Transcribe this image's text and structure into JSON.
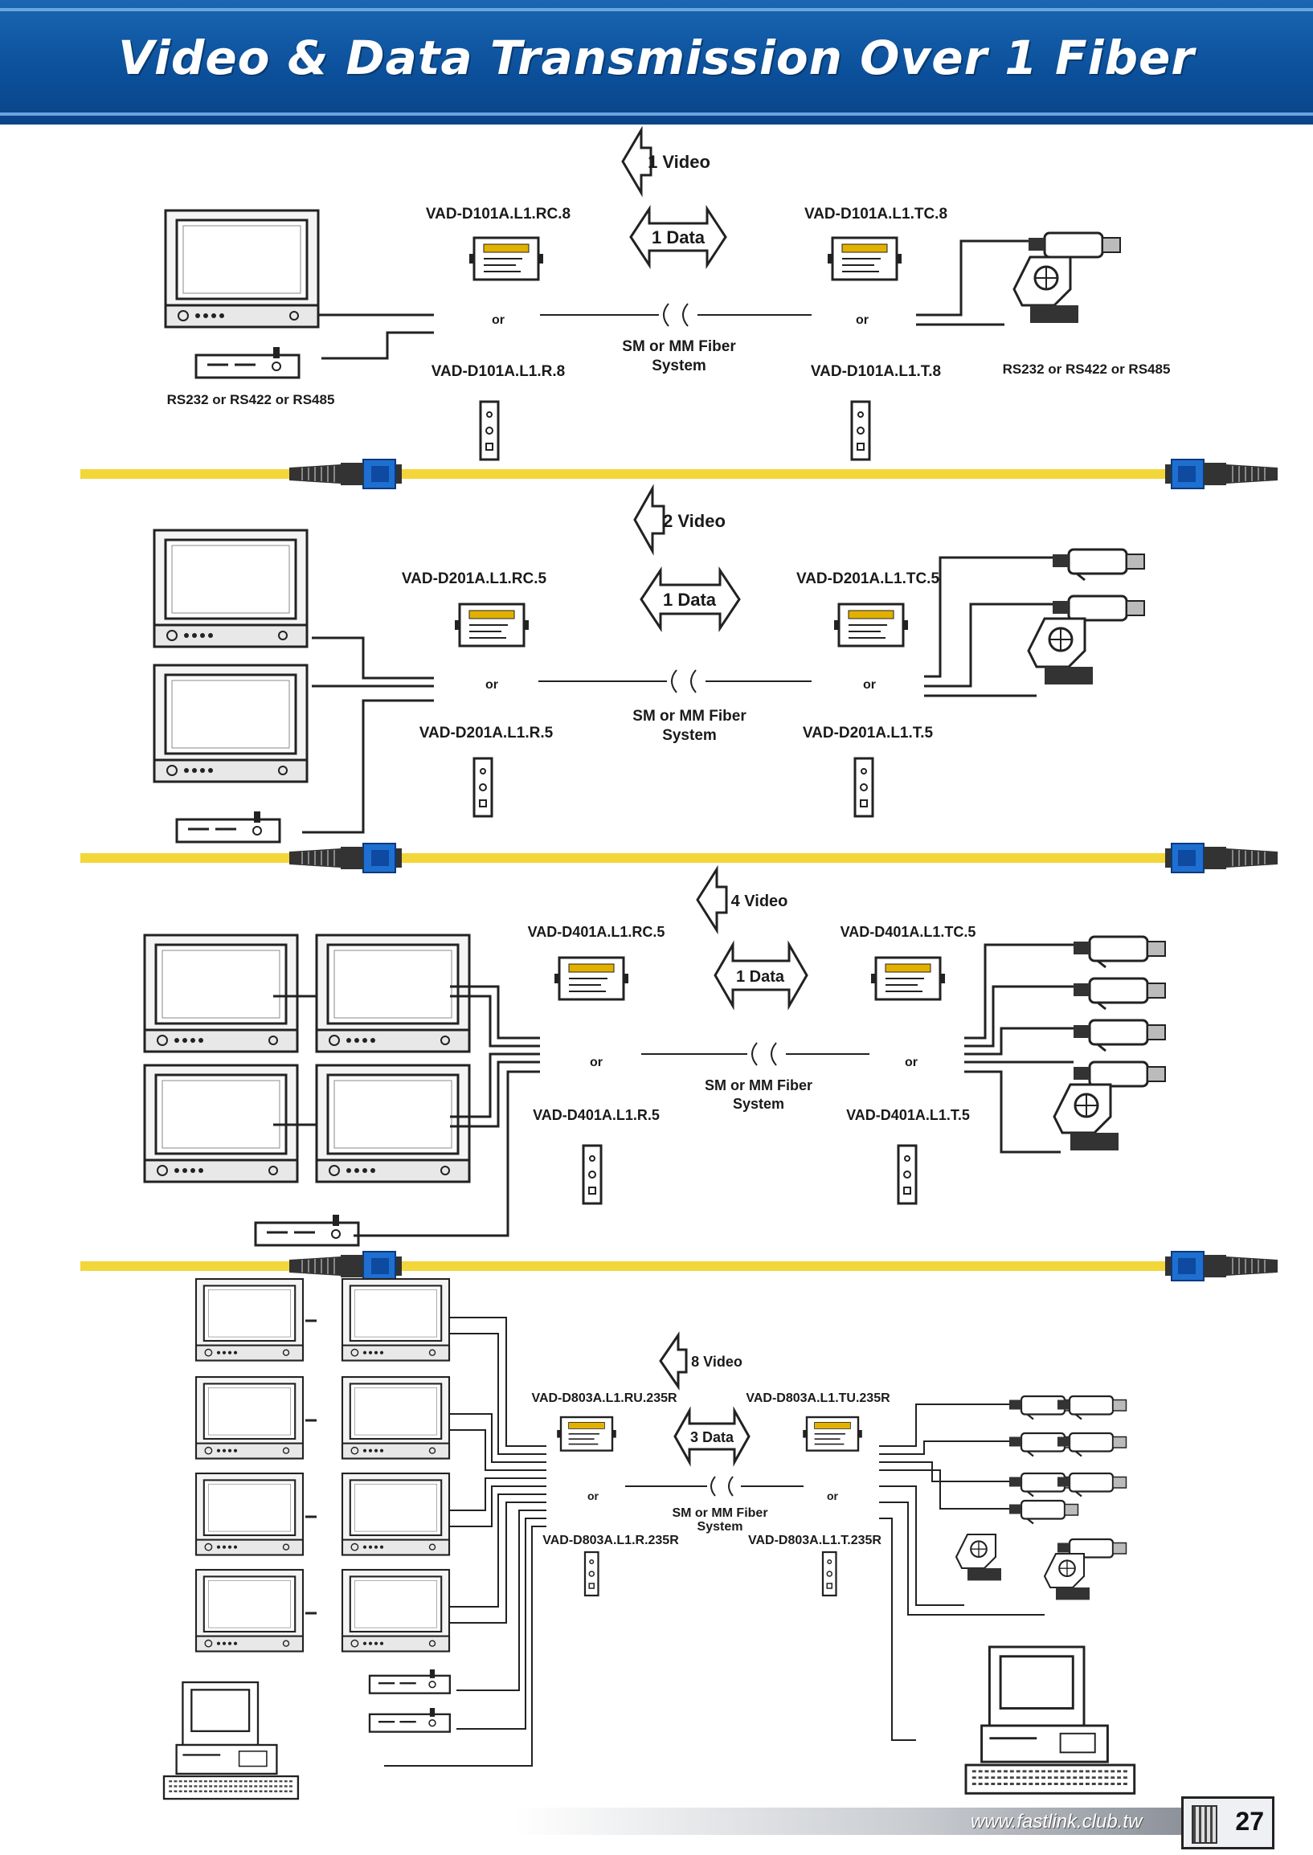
{
  "header": {
    "title": "Video & Data Transmission Over 1 Fiber"
  },
  "sections": [
    {
      "video_label": "1 Video",
      "data_label": "1 Data",
      "rx_top_model": "VAD-D101A.L1.RC.8",
      "tx_top_model": "VAD-D101A.L1.TC.8",
      "rx_bottom_model": "VAD-D101A.L1.R.8",
      "tx_bottom_model": "VAD-D101A.L1.T.8",
      "or_text": "or",
      "fiber_line1": "SM or MM Fiber",
      "fiber_line2": "System",
      "left_serial": "RS232 or RS422 or RS485",
      "right_serial": "RS232 or RS422 or RS485"
    },
    {
      "video_label": "2 Video",
      "data_label": "1 Data",
      "rx_top_model": "VAD-D201A.L1.RC.5",
      "tx_top_model": "VAD-D201A.L1.TC.5",
      "rx_bottom_model": "VAD-D201A.L1.R.5",
      "tx_bottom_model": "VAD-D201A.L1.T.5",
      "or_text": "or",
      "fiber_line1": "SM or MM Fiber",
      "fiber_line2": "System"
    },
    {
      "video_label": "4 Video",
      "data_label": "1 Data",
      "rx_top_model": "VAD-D401A.L1.RC.5",
      "tx_top_model": "VAD-D401A.L1.TC.5",
      "rx_bottom_model": "VAD-D401A.L1.R.5",
      "tx_bottom_model": "VAD-D401A.L1.T.5",
      "or_text": "or",
      "fiber_line1": "SM or MM Fiber",
      "fiber_line2": "System"
    },
    {
      "video_label": "8 Video",
      "data_label": "3 Data",
      "rx_top_model": "VAD-D803A.L1.RU.235R",
      "tx_top_model": "VAD-D803A.L1.TU.235R",
      "rx_bottom_model": "VAD-D803A.L1.R.235R",
      "tx_bottom_model": "VAD-D803A.L1.T.235R",
      "or_text": "or",
      "fiber_line1": "SM or MM Fiber",
      "fiber_line2": "System"
    }
  ],
  "footer": {
    "url": "www.fastlink.club.tw",
    "page_number": "27"
  },
  "colors": {
    "banner": "#0b4f9a",
    "fiber_cable": "#f3d63a",
    "connector": "#1f6fd0"
  }
}
